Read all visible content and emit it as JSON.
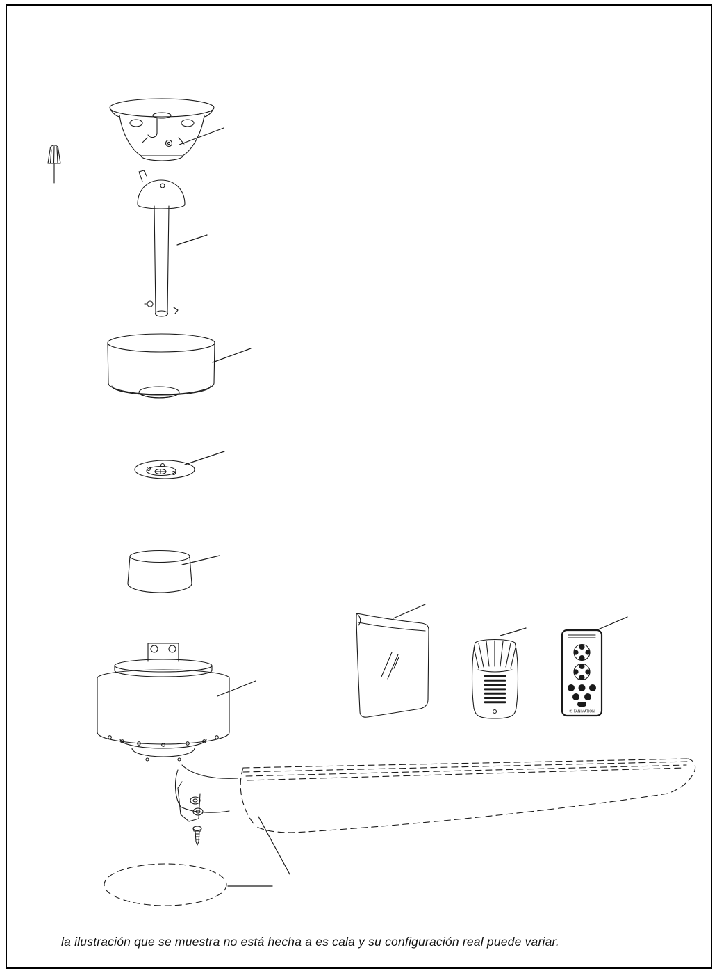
{
  "page": {
    "background": "#ffffff",
    "border_color": "#000000",
    "line_color": "#1a1a1a",
    "caption": "la ilustración que se muestra no está hecha a es cala y su configuración real puede variar."
  },
  "remote": {
    "brand_line": "Ⓕ FANIMATION"
  },
  "parts": [
    "ceiling-mounting-bracket",
    "wire-nut",
    "downrod-assembly",
    "canopy",
    "coupling-cover",
    "cone-cover",
    "motor-assembly",
    "hardware-bag",
    "receiver",
    "remote-control",
    "fan-blade",
    "blade-holder",
    "blade-screw",
    "bowl-outline"
  ]
}
